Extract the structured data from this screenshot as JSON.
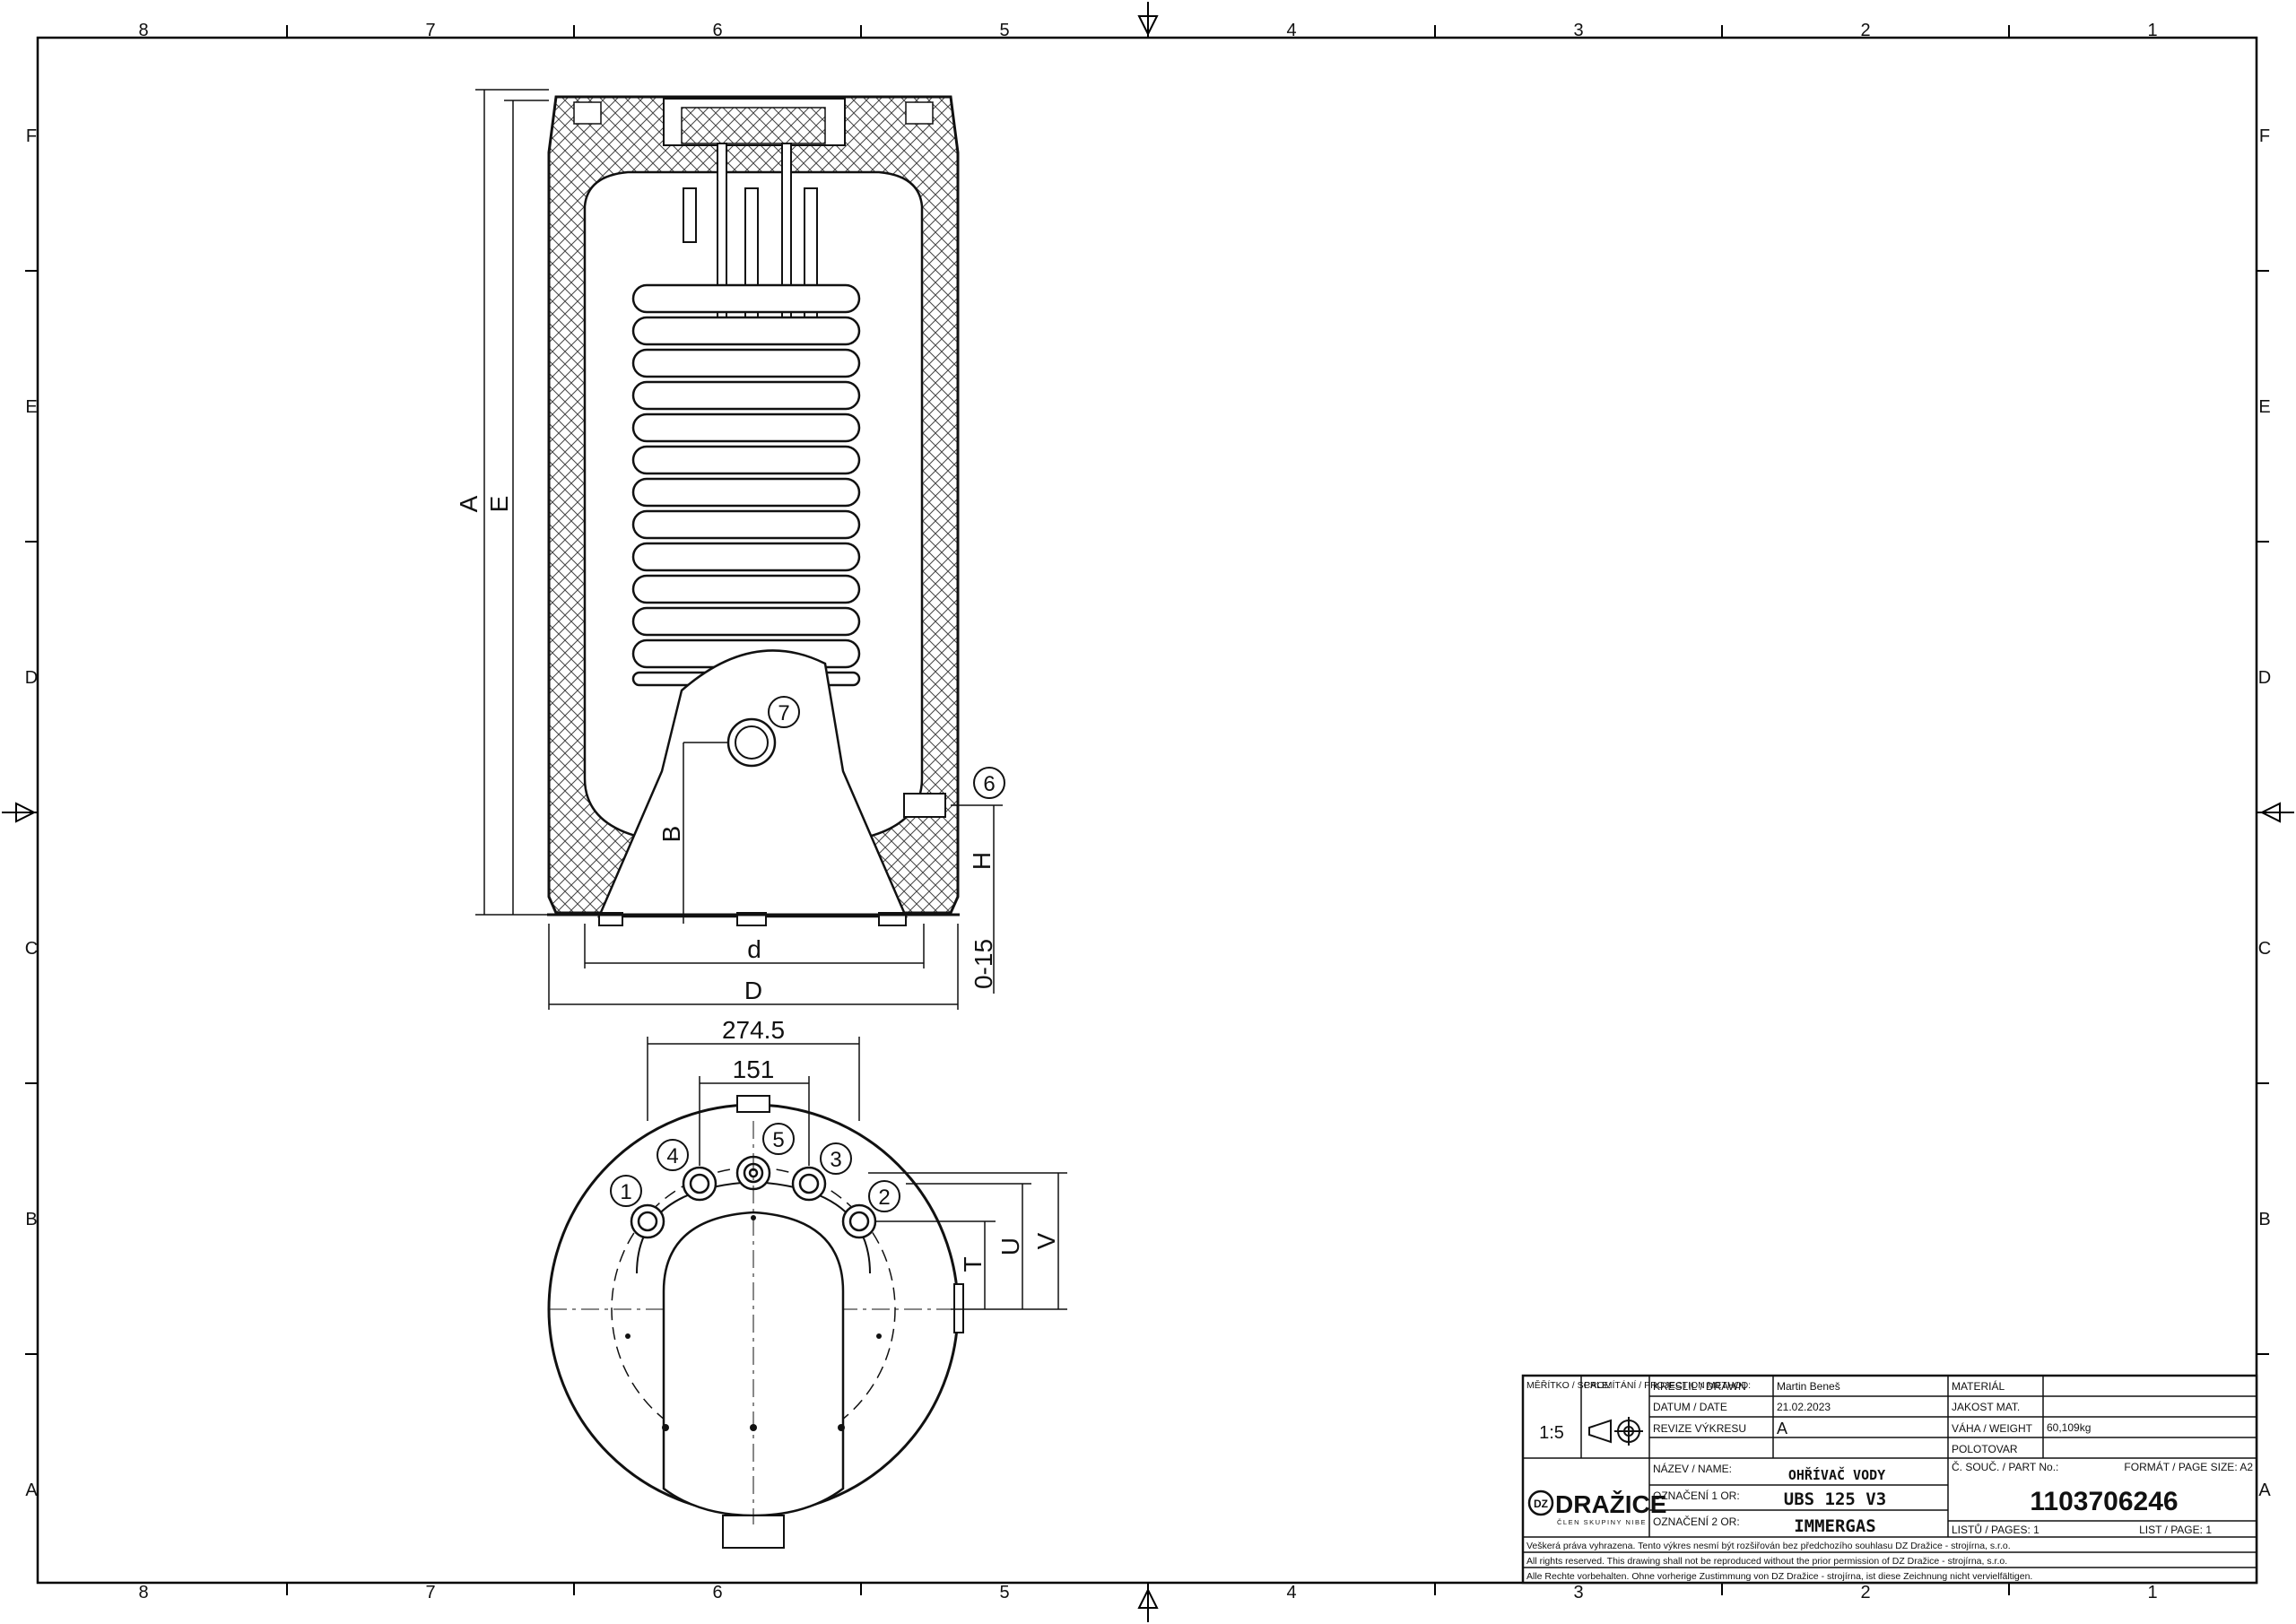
{
  "frame": {
    "columns": [
      "8",
      "7",
      "6",
      "5",
      "4",
      "3",
      "2",
      "1"
    ],
    "rows": [
      "F",
      "E",
      "D",
      "C",
      "B",
      "A"
    ]
  },
  "side_view": {
    "dimensions": {
      "A": "A",
      "E": "E",
      "B": "B",
      "H": "H",
      "d": "d",
      "D": "D",
      "clearance": "0-15"
    },
    "callouts": [
      "7",
      "6"
    ]
  },
  "top_view": {
    "dimensions": {
      "outer_spacing": "274.5",
      "inner_spacing": "151",
      "T": "T",
      "U": "U",
      "V": "V"
    },
    "callouts": [
      "1",
      "2",
      "3",
      "4",
      "5"
    ]
  },
  "title_block": {
    "scale_label": "MĚŘÍTKO / SCALE:",
    "scale_value": "1:5",
    "projection_label": "PROMÍTÁNÍ / PROJECTION METHOD:",
    "drawn_label": "KRESLIL / DRAWN",
    "drawn_value": "Martin Beneš",
    "date_label": "DATUM / DATE",
    "date_value": "21.02.2023",
    "revision_label": "REVIZE VÝKRESU",
    "revision_value": "A",
    "material_label": "MATERIÁL",
    "material_value": "",
    "material_quality_label": "JAKOST MAT.",
    "weight_label": "VÁHA / WEIGHT",
    "weight_value": "60,109kg",
    "semi_product_label": "POLOTOVAR",
    "name_label": "NÁZEV / NAME:",
    "name_value": "OHŘÍVAČ VODY",
    "designation1_label": "OZNAČENÍ 1 OR:",
    "designation1_value": "UBS 125 V3",
    "designation2_label": "OZNAČENÍ 2 OR:",
    "designation2_value": "IMMERGAS",
    "part_no_label": "Č. SOUČ. / PART No.:",
    "format_label": "FORMÁT / PAGE SIZE: A2",
    "part_no_value": "1103706246",
    "pages_label": "LISTŮ / PAGES: 1",
    "page_label": "LIST / PAGE: 1",
    "logo_text": "DRAŽICE",
    "logo_subtext": "ČLEN SKUPINY NIBE",
    "notes": [
      "Veškerá práva vyhrazena. Tento výkres nesmí být rozšiřován bez předchozího souhlasu DZ Dražice - strojírna, s.r.o.",
      "All rights reserved. This drawing shall not be reproduced without the prior permission of DZ Dražice - strojírna, s.r.o.",
      "Alle Rechte vorbehalten. Ohne vorherige Zustimmung von DZ Dražice - strojírna, ist diese Zeichnung nicht vervielfältigen."
    ]
  }
}
